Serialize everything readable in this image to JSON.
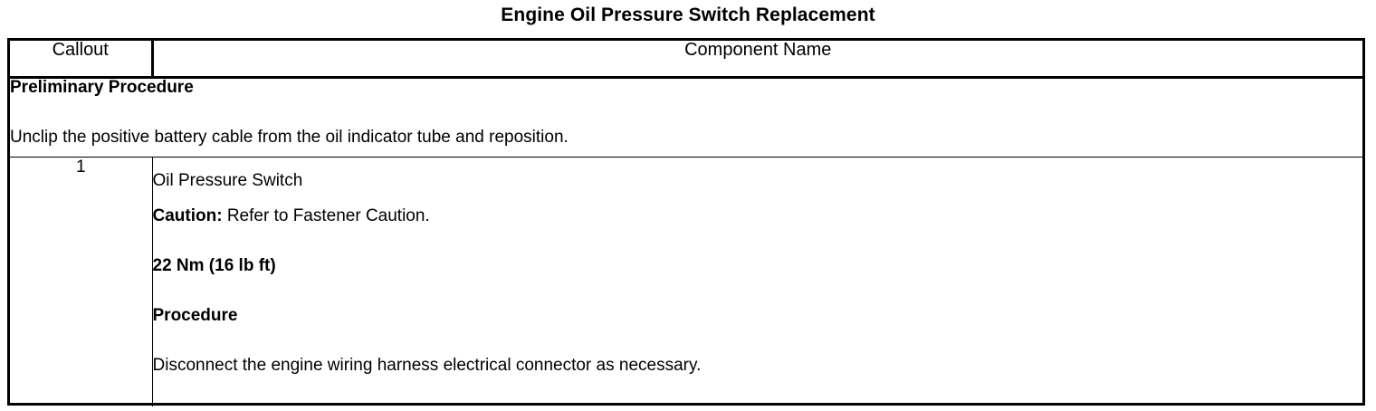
{
  "document": {
    "title": "Engine Oil Pressure Switch Replacement"
  },
  "table": {
    "headers": {
      "callout": "Callout",
      "component_name": "Component Name"
    },
    "preliminary": {
      "heading": "Preliminary Procedure",
      "text": "Unclip the positive battery cable from the oil indicator tube and reposition."
    },
    "rows": [
      {
        "callout": "1",
        "lines": [
          {
            "text": "Oil Pressure Switch",
            "style": "normal"
          },
          {
            "lead": "Caution:",
            "rest": " Refer to Fastener Caution.",
            "style": "mixed"
          },
          {
            "text": "22 Nm (16 lb ft)",
            "style": "bold"
          },
          {
            "text": "Procedure",
            "style": "bold"
          },
          {
            "text": "Disconnect the engine wiring harness electrical connector as necessary.",
            "style": "normal"
          }
        ]
      }
    ]
  }
}
